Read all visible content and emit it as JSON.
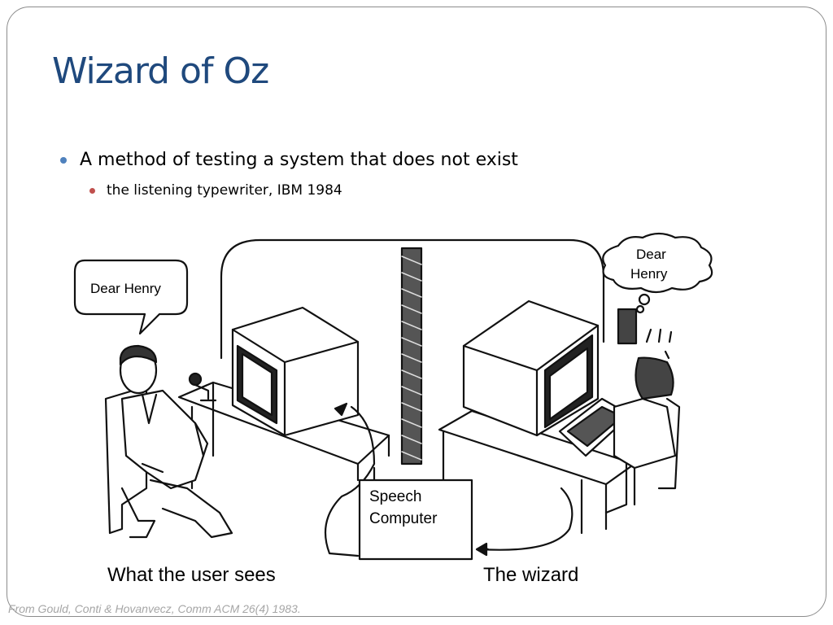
{
  "slide": {
    "title": "Wizard of Oz",
    "bullets": [
      {
        "text": "A method of testing a system that does not exist",
        "sub": [
          "the listening typewriter, IBM 1984"
        ]
      }
    ]
  },
  "illustration": {
    "speech_bubble": "Dear Henry",
    "thought_bubble": {
      "line1": "Dear",
      "line2": "Henry"
    },
    "box_label": {
      "line1": "Speech",
      "line2": "Computer"
    },
    "caption_user": "What the user sees",
    "caption_wizard": "The wizard"
  },
  "footer": {
    "credit": "From Gould, Conti & Hovanvecz, Comm ACM 26(4) 1983."
  },
  "colors": {
    "title": "#1f497d",
    "bullet_level1": "#4f81bd",
    "bullet_level2": "#c0504d",
    "credit": "#a6a6a6"
  }
}
